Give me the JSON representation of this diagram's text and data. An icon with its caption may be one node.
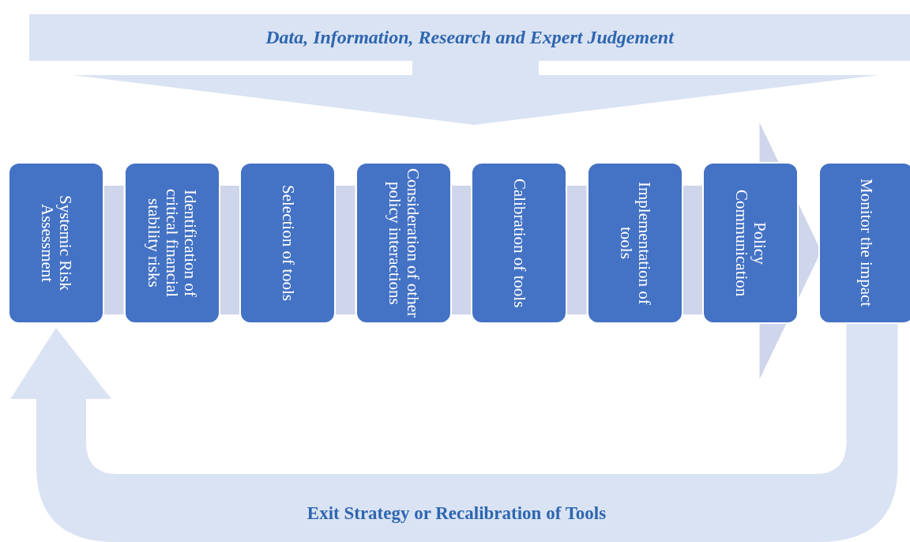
{
  "diagram": {
    "nodes": [
      {
        "text": [
          "Data, Information, Research and Expert Judgement"
        ]
      },
      {
        "text": [
          "Systemic Risk Assessment"
        ]
      },
      {
        "text": [
          "Identification of critical financial stability risks"
        ]
      },
      {
        "text": [
          "Selection of tools"
        ]
      },
      {
        "text": [
          "Consideration of other policy interactions"
        ]
      },
      {
        "text": [
          "Calibration of tools"
        ]
      },
      {
        "text": [
          "Implementation of tools"
        ]
      },
      {
        "text": [
          "Policy Communication"
        ]
      },
      {
        "text": [
          "Monitor the impact"
        ]
      }
    ],
    "edges": [
      {
        "from": 0,
        "to": null,
        "arrow": "to"
      },
      {
        "from": 1,
        "to": 2,
        "arrow": "none"
      },
      {
        "from": 2,
        "to": 3,
        "arrow": "none"
      },
      {
        "from": 3,
        "to": 4,
        "arrow": "none"
      },
      {
        "from": 4,
        "to": 5,
        "arrow": "none"
      },
      {
        "from": 5,
        "to": 6,
        "arrow": "none"
      },
      {
        "from": 6,
        "to": 7,
        "arrow": "none"
      },
      {
        "from": 7,
        "to": 8,
        "arrow": "to"
      },
      {
        "from": 8,
        "to": 1,
        "arrow": "to",
        "label": "Exit Strategy or Recalibration of Tools"
      }
    ]
  }
}
